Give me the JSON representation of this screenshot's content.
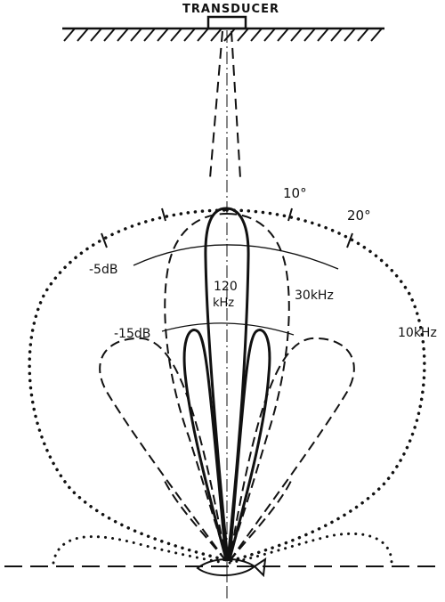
{
  "labels": {
    "transducer": "TRANSDUCER",
    "angle_10": "10°",
    "angle_20": "20°",
    "level_minus5": "-5dB",
    "level_minus15": "-15dB",
    "freq_120_line1": "120",
    "freq_120_line2": "kHz",
    "freq_30": "30kHz",
    "freq_10": "10kHz"
  },
  "colors": {
    "ink": "#111111",
    "background": "#ffffff"
  }
}
